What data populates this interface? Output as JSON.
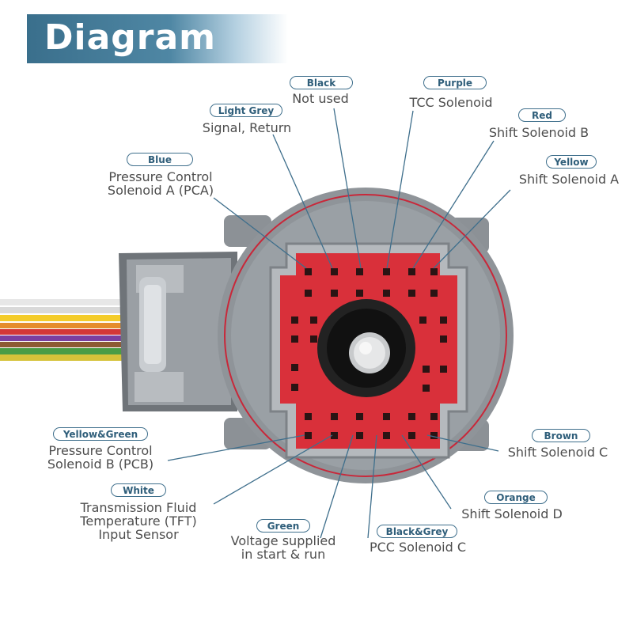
{
  "header": {
    "title": "Diagram"
  },
  "pins": [
    {
      "color": "Black",
      "desc": [
        "Not used"
      ]
    },
    {
      "color": "Purple",
      "desc": [
        "TCC Solenoid"
      ]
    },
    {
      "color": "Light Grey",
      "desc": [
        "Signal, Return"
      ]
    },
    {
      "color": "Red",
      "desc": [
        "Shift Solenoid B"
      ]
    },
    {
      "color": "Blue",
      "desc": [
        "Pressure Control",
        "Solenoid A (PCA)"
      ]
    },
    {
      "color": "Yellow",
      "desc": [
        "Shift Solenoid A"
      ]
    },
    {
      "color": "Yellow&Green",
      "desc": [
        "Pressure Control",
        "Solenoid B (PCB)"
      ]
    },
    {
      "color": "Brown",
      "desc": [
        "Shift Solenoid C"
      ]
    },
    {
      "color": "White",
      "desc": [
        "Transmission Fluid",
        "Temperature (TFT)",
        "Input Sensor"
      ]
    },
    {
      "color": "Orange",
      "desc": [
        "Shift Solenoid D"
      ]
    },
    {
      "color": "Green",
      "desc": [
        "Voltage supplied",
        "in start & run"
      ]
    },
    {
      "color": "Black&Grey",
      "desc": [
        "PCC Solenoid C"
      ]
    }
  ],
  "colors": {
    "accent": "#3f6f8c",
    "connector_red": "#d9303a",
    "housing_grey": "#8f9499"
  }
}
